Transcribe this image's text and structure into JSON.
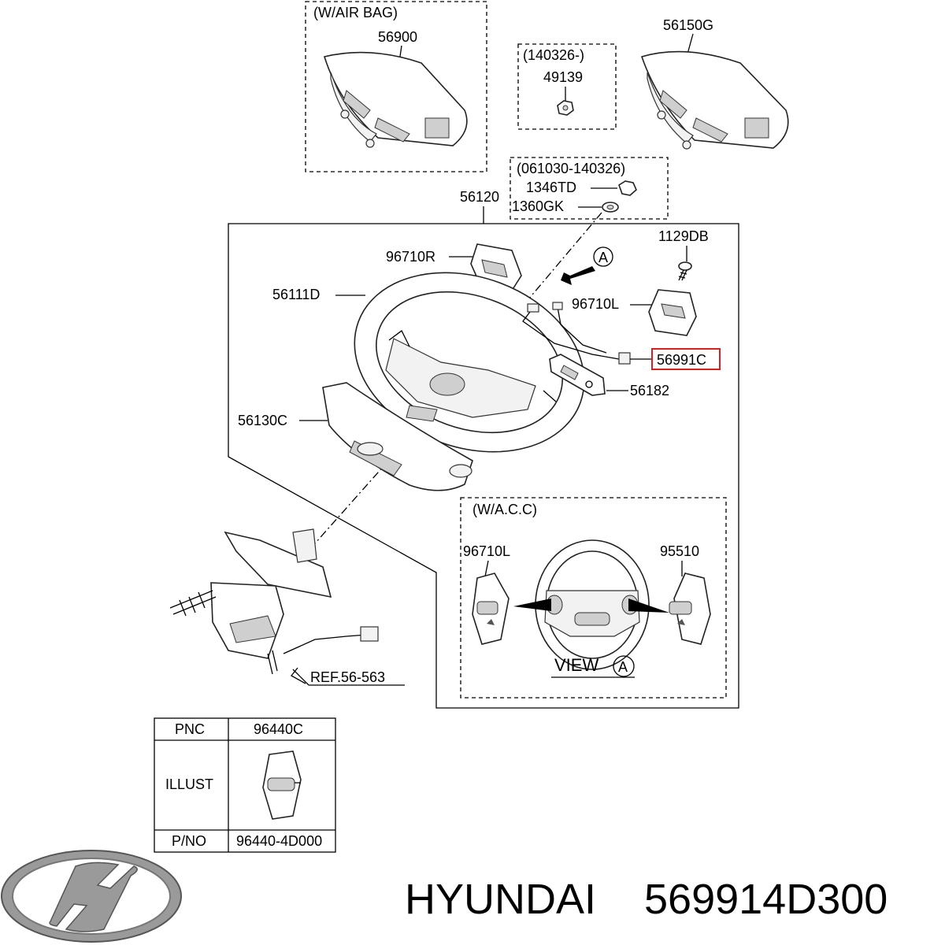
{
  "groups": {
    "airbag_group": "(W/AIR BAG)",
    "date_group_1": "(140326-)",
    "date_group_2": "(061030-140326)",
    "acc_group": "(W/A.C.C)",
    "view_label": "VIEW",
    "view_marker": "A",
    "arrow_marker": "A"
  },
  "callouts": {
    "c56900": "56900",
    "c56150G": "56150G",
    "c49139": "49139",
    "c1346TD": "1346TD",
    "c1360GK": "1360GK",
    "c56120": "56120",
    "c1129DB": "1129DB",
    "c96710R": "96710R",
    "c56111D": "56111D",
    "c96710L": "96710L",
    "c56991C": "56991C",
    "c56182": "56182",
    "c56130C": "56130C",
    "c96710L_acc": "96710L",
    "c95510": "95510",
    "ref": "REF.56-563"
  },
  "highlight_color": "#d62020",
  "parts_table": {
    "pnc_label": "PNC",
    "pnc_value": "96440C",
    "illust_label": "ILLUST",
    "pno_label": "P/NO",
    "pno_value": "96440-4D000"
  },
  "brand": {
    "logo_icon": "hyundai-logo-icon",
    "name": "HYUNDAI",
    "part_number": "569914D300"
  }
}
